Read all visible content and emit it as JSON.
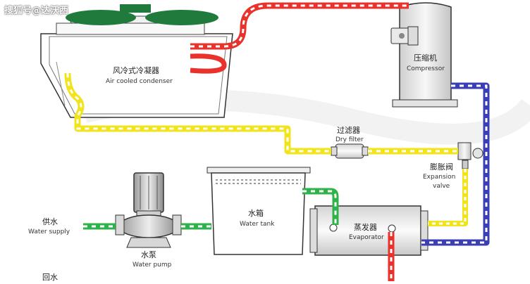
{
  "watermark": "搜狐号@达沃西",
  "labels": {
    "condenser_zh": "风冷式冷凝器",
    "condenser_en": "Air cooled condenser",
    "compressor_zh": "压缩机",
    "compressor_en": "Compressor",
    "filter_zh": "过滤器",
    "filter_en": "Dry filter",
    "expansion_zh": "膨胀阀",
    "expansion_en1": "Expansion",
    "expansion_en2": "valve",
    "supply_zh": "供水",
    "supply_en": "Water supply",
    "tank_zh": "水箱",
    "tank_en": "Water tank",
    "evaporator_zh": "蒸发器",
    "evaporator_en": "Evaporator",
    "pump_zh": "水泵",
    "pump_en": "Water pump",
    "return_zh": "回水"
  },
  "colors": {
    "hot_gas_line": "#e8322b",
    "liquid_line": "#f2e41c",
    "suction_line": "#3a3fb3",
    "water_line": "#2fb24a",
    "fan_blade": "#1f7a3c",
    "outline": "#333333"
  }
}
